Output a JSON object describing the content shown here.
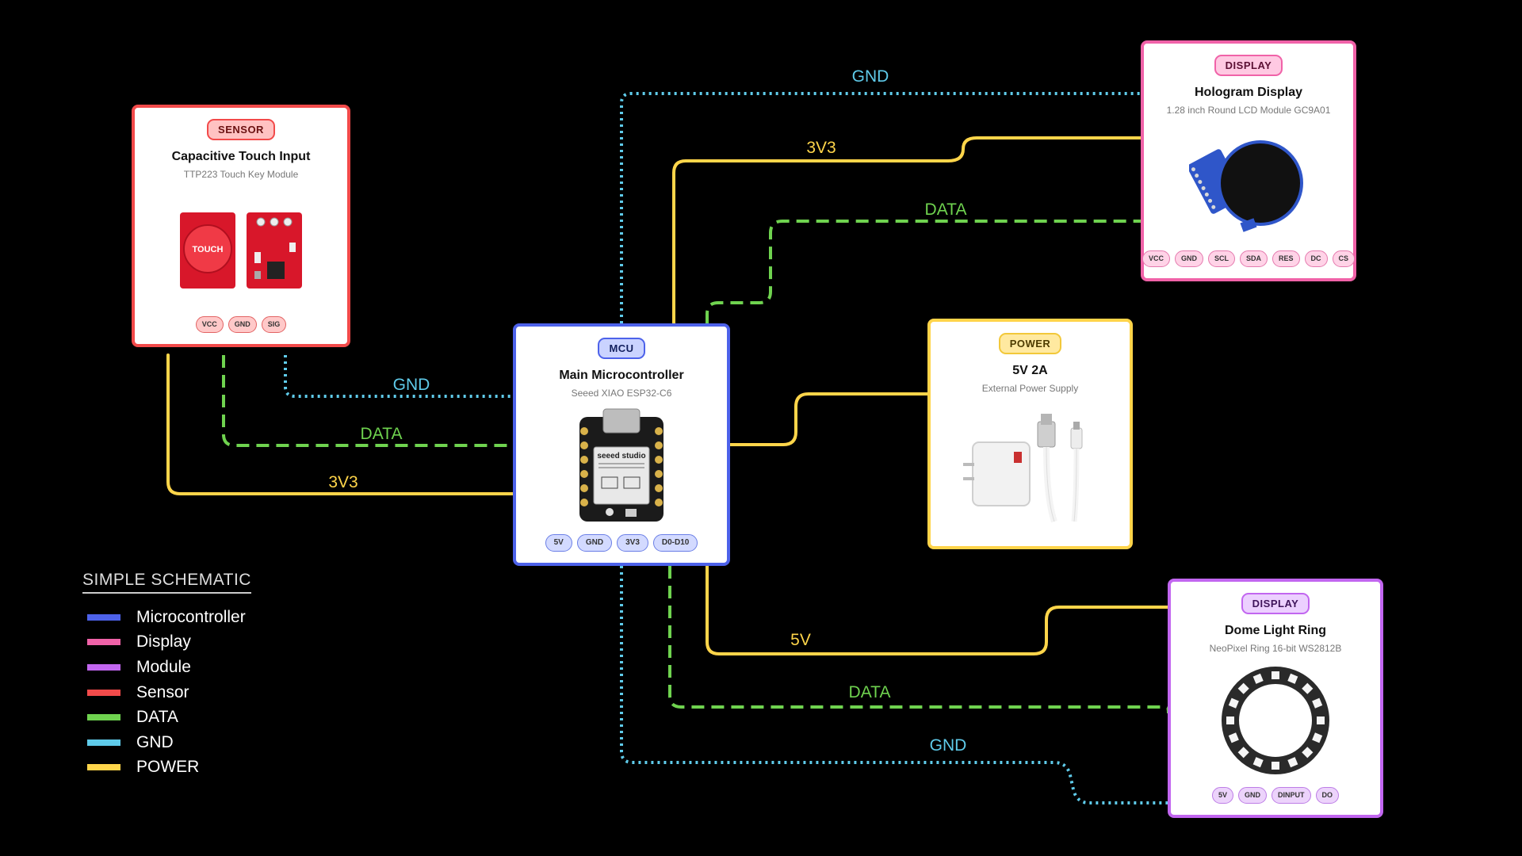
{
  "legend": {
    "title": "SIMPLE SCHEMATIC",
    "items": [
      {
        "label": "Microcontroller",
        "color": "#4d62ea"
      },
      {
        "label": "Display",
        "color": "#f062a8"
      },
      {
        "label": "Module",
        "color": "#c266f0"
      },
      {
        "label": "Sensor",
        "color": "#f24a4a"
      },
      {
        "label": "DATA",
        "color": "#6fd34f"
      },
      {
        "label": "GND",
        "color": "#5fcbea"
      },
      {
        "label": "POWER",
        "color": "#ffd54a"
      }
    ]
  },
  "cards": {
    "sensor": {
      "badge": "SENSOR",
      "title": "Capacitive Touch Input",
      "subtitle": "TTP223 Touch Key Module",
      "image_text": "TOUCH",
      "pins": [
        "VCC",
        "GND",
        "SIG"
      ]
    },
    "mcu": {
      "badge": "MCU",
      "title": "Main Microcontroller",
      "subtitle": "Seeed XIAO ESP32-C6",
      "image_text": "seeed studio",
      "pins": [
        "5V",
        "GND",
        "3V3",
        "D0-D10"
      ]
    },
    "hologram": {
      "badge": "DISPLAY",
      "title": "Hologram Display",
      "subtitle": "1.28 inch Round LCD Module GC9A01",
      "pins": [
        "VCC",
        "GND",
        "SCL",
        "SDA",
        "RES",
        "DC",
        "CS"
      ]
    },
    "power": {
      "badge": "POWER",
      "title": "5V 2A",
      "subtitle": "External Power Supply"
    },
    "dome": {
      "badge": "DISPLAY",
      "title": "Dome Light Ring",
      "subtitle": "NeoPixel Ring 16-bit WS2812B",
      "pins": [
        "5V",
        "GND",
        "DINPUT",
        "DO"
      ]
    }
  },
  "wire_labels": {
    "sensor_gnd": "GND",
    "sensor_data": "DATA",
    "sensor_3v3": "3V3",
    "holo_gnd": "GND",
    "holo_3v3": "3V3",
    "holo_data": "DATA",
    "dome_5v": "5V",
    "dome_data": "DATA",
    "dome_gnd": "GND"
  }
}
